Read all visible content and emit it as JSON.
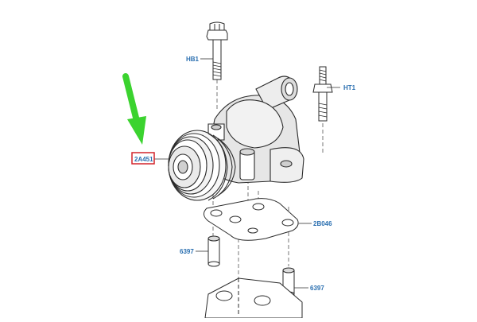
{
  "diagram": {
    "callouts": [
      {
        "id": "hb1",
        "label": "HB1"
      },
      {
        "id": "ht1",
        "label": "HT1"
      },
      {
        "id": "pump",
        "label": "2A451",
        "highlighted": true
      },
      {
        "id": "gasket",
        "label": "2B046"
      },
      {
        "id": "dowel-left",
        "label": "6397"
      },
      {
        "id": "dowel-right",
        "label": "6397"
      }
    ],
    "colors": {
      "callout_text": "#2a6fb0",
      "highlight_box": "#d2232a",
      "arrow": "#3bd32f",
      "line_art": "#2b2b2b",
      "shading": "#e6e6e6",
      "leader": "#333333"
    }
  }
}
